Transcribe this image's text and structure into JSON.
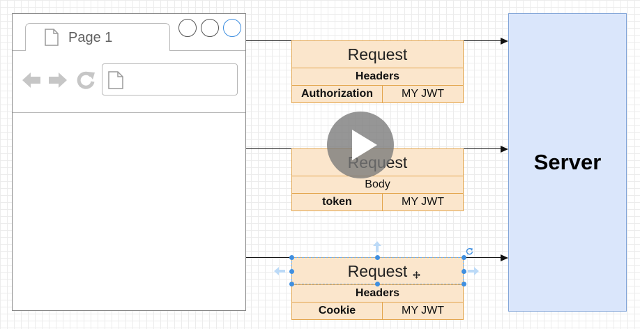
{
  "browser": {
    "tab_title": "Page 1"
  },
  "requests": [
    {
      "title": "Request",
      "section": "Headers",
      "section_bold": true,
      "key": "Authorization",
      "value": "MY JWT"
    },
    {
      "title": "Request",
      "section": "Body",
      "section_bold": false,
      "key": "token",
      "value": "MY JWT"
    },
    {
      "title": "Request",
      "section": "Headers",
      "section_bold": true,
      "key": "Cookie",
      "value": "MY JWT"
    }
  ],
  "server": {
    "label": "Server"
  },
  "colors": {
    "request_fill": "#fbe6cc",
    "request_border": "#e3a64f",
    "server_fill": "#dae6fb",
    "server_border": "#7fa3d7",
    "selection": "#3f8fe0"
  },
  "icons": [
    "document-icon",
    "back-arrow-icon",
    "forward-arrow-icon",
    "reload-icon",
    "play-icon",
    "rotate-icon",
    "move-cursor-icon"
  ]
}
